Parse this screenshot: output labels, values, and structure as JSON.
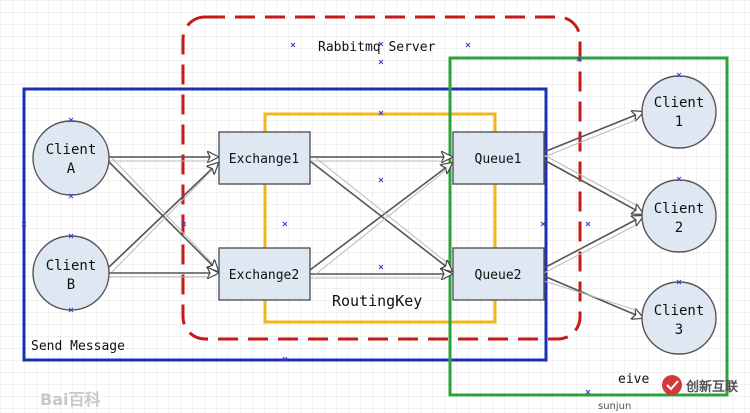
{
  "diagram": {
    "server_label": "Rabbitmq Server",
    "routing_label": "RoutingKey",
    "send_label": "Send Message",
    "receive_label_fragment": "eive",
    "senders": [
      {
        "line1": "Client",
        "line2": "A"
      },
      {
        "line1": "Client",
        "line2": "B"
      }
    ],
    "exchanges": [
      "Exchange1",
      "Exchange2"
    ],
    "queues": [
      "Queue1",
      "Queue2"
    ],
    "receivers": [
      {
        "line1": "Client",
        "line2": "1"
      },
      {
        "line1": "Client",
        "line2": "2"
      },
      {
        "line1": "Client",
        "line2": "3"
      }
    ]
  },
  "watermarks": {
    "baidu": "Bai百科",
    "brand": "创新互联",
    "author": "sunjun"
  },
  "colors": {
    "server_border": "#c41a1a",
    "send_border": "#1c2fb5",
    "routing_border": "#f2b51c",
    "receive_border": "#2aa33a",
    "node_fill": "#dfe7f2",
    "grid": "#e4e4e4"
  }
}
